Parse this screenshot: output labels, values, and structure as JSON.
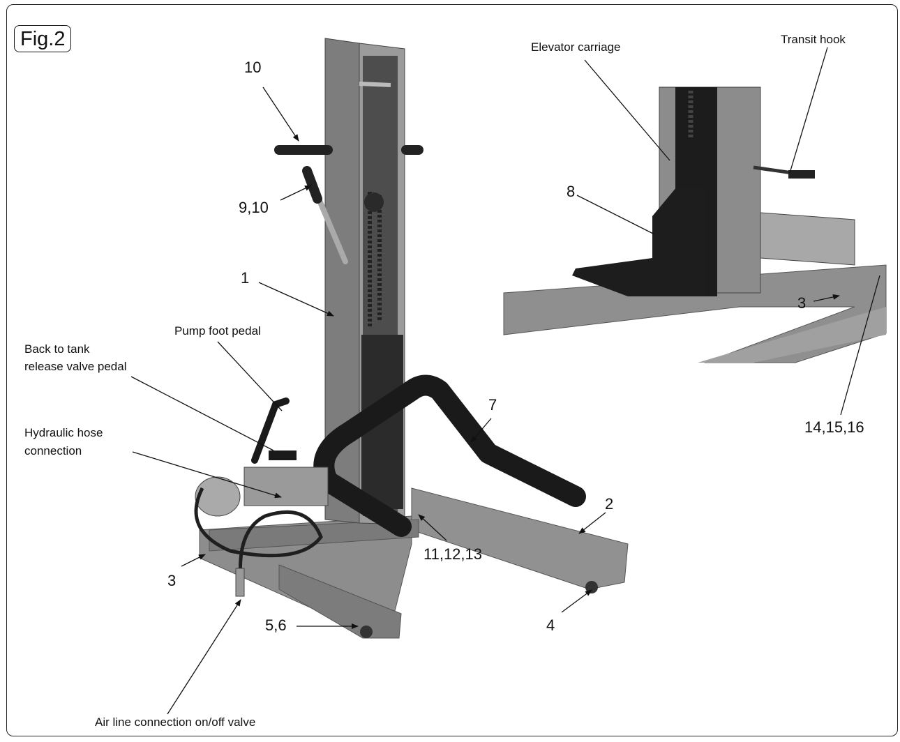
{
  "figure": {
    "label": "Fig.2"
  },
  "labels": {
    "elevator_carriage": "Elevator carriage",
    "transit_hook": "Transit hook",
    "n10": "10",
    "n9_10": "9,10",
    "n1": "1",
    "pump_foot_pedal": "Pump foot pedal",
    "back_to_tank_l1": "Back to tank",
    "back_to_tank_l2": "release valve pedal",
    "hydraulic_l1": "Hydraulic hose",
    "hydraulic_l2": "connection",
    "n7": "7",
    "n8": "8",
    "n3_right": "3",
    "n14_15_16": "14,15,16",
    "n2": "2",
    "n3_left": "3",
    "n11_12_13": "11,12,13",
    "n5_6": "5,6",
    "n4": "4",
    "air_line": "Air line connection on/off valve"
  },
  "colors": {
    "steel_grey": "#8d8d8d",
    "steel_dark": "#6a6a6a",
    "steel_light": "#b4b4b4",
    "black_part": "#1a1a1a",
    "line": "#111111"
  }
}
